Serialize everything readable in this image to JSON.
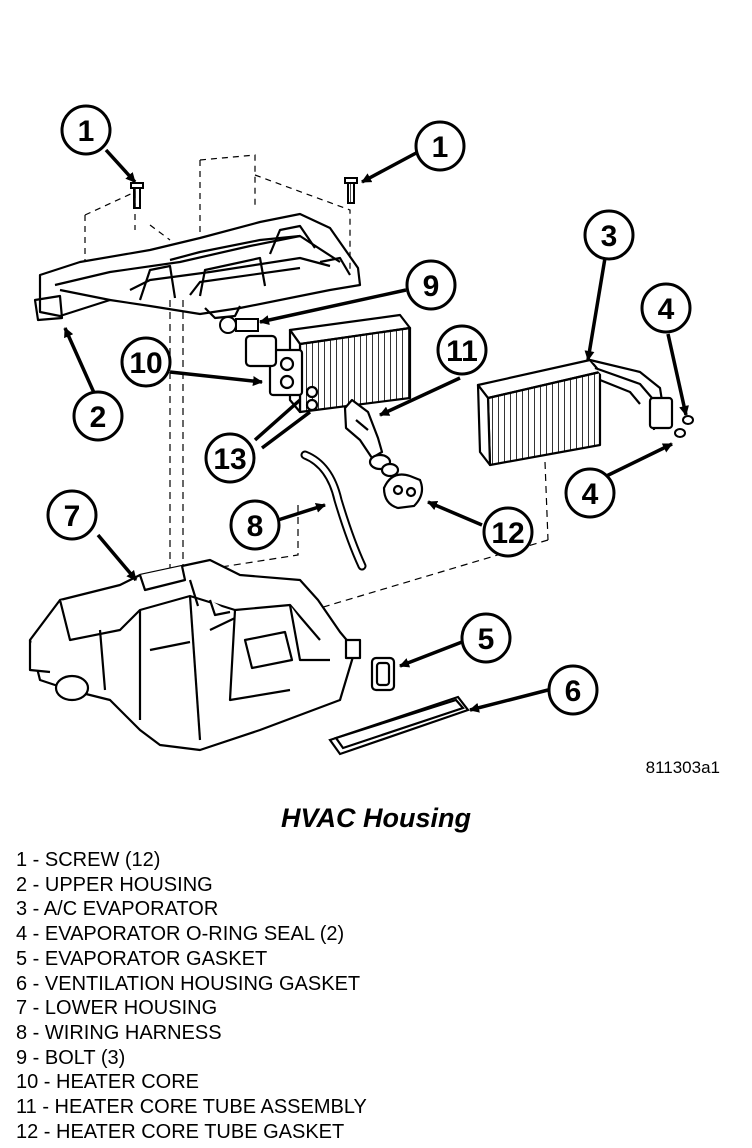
{
  "figure": {
    "reference_code": "811303a1",
    "title": "HVAC Housing"
  },
  "callouts": [
    "1",
    "1",
    "2",
    "3",
    "4",
    "4",
    "5",
    "6",
    "7",
    "8",
    "9",
    "10",
    "11",
    "12",
    "13"
  ],
  "legend": [
    "1 - SCREW (12)",
    "2 - UPPER HOUSING",
    "3 - A/C EVAPORATOR",
    "4 - EVAPORATOR O-RING SEAL (2)",
    "5 - EVAPORATOR GASKET",
    "6 - VENTILATION HOUSING GASKET",
    "7 - LOWER HOUSING",
    "8 - WIRING HARNESS",
    "9 - BOLT (3)",
    "10 - HEATER CORE",
    "11 - HEATER CORE TUBE ASSEMBLY",
    "12 - HEATER CORE TUBE GASKET"
  ]
}
